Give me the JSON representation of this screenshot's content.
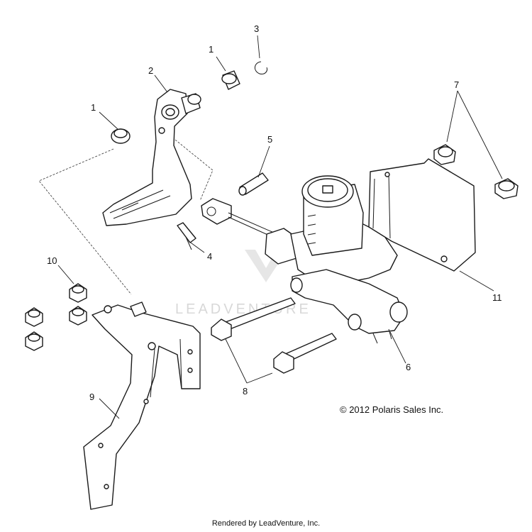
{
  "callouts": {
    "c1a": "1",
    "c1b": "1",
    "c2": "2",
    "c3": "3",
    "c4": "4",
    "c5": "5",
    "c6": "6",
    "c7": "7",
    "c8": "8",
    "c9": "9",
    "c10": "10",
    "c11": "11"
  },
  "watermark": "LEADVENTURE",
  "copyright": "© 2012 Polaris Sales Inc.",
  "footer": "Rendered by LeadVenture, Inc."
}
